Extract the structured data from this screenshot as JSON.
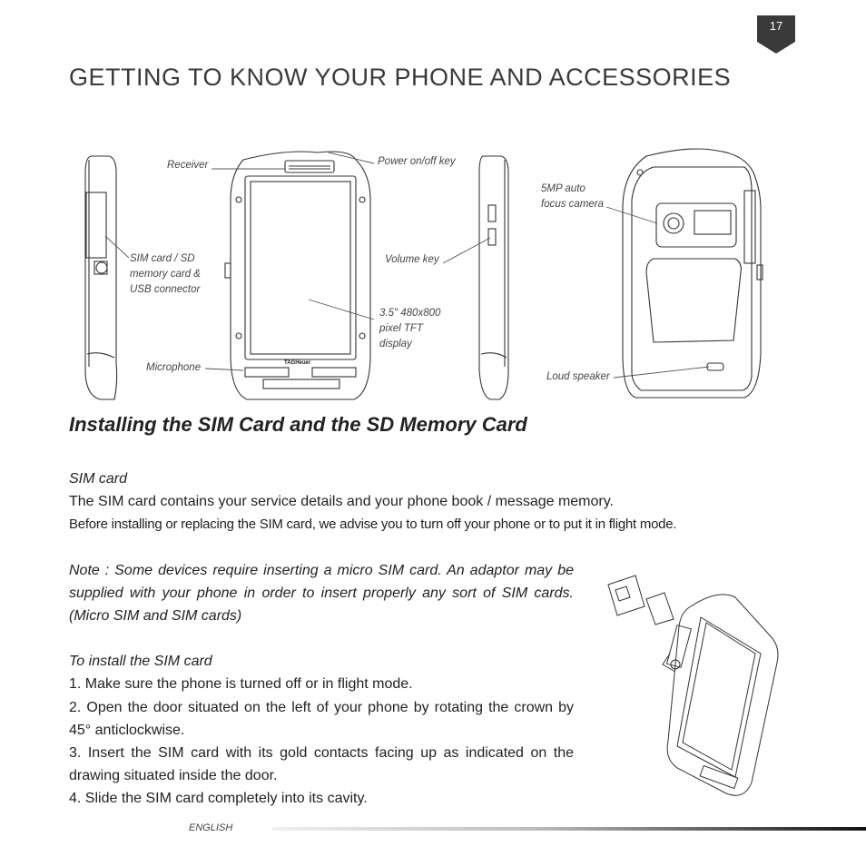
{
  "page": {
    "number": "17",
    "language": "ENGLISH"
  },
  "header": {
    "title": "GETTING TO KNOW YOUR PHONE AND ACCESSORIES"
  },
  "diagram": {
    "labels": {
      "receiver": "Receiver",
      "power_key": "Power on/off key",
      "camera_1": "5MP auto",
      "camera_2": "focus camera",
      "sim_1": "SIM card / SD",
      "sim_2": "memory card &",
      "sim_3": "USB connector",
      "volume_key": "Volume key",
      "display_1": "3.5\" 480x800",
      "display_2": "pixel TFT",
      "display_3": "display",
      "microphone": "Microphone",
      "loud_speaker": "Loud speaker",
      "brand": "TAGHeuer"
    }
  },
  "section": {
    "title": "Installing the SIM Card and the SD Memory Card",
    "subtitle": "SIM card",
    "paragraph1": "The SIM card contains your service details and your phone book / message memory.",
    "paragraph2": "Before installing or replacing the SIM card, we advise you to turn off your phone or to put it in flight mode.",
    "note": "Note : Some devices require inserting a micro SIM card. An adaptor may be supplied with your phone in order to insert properly any sort of SIM cards. (Micro SIM and SIM cards)",
    "install_title": "To install the SIM card",
    "steps": [
      "1. Make sure the phone is turned off or in flight mode.",
      "2. Open the door situated on the left of your phone by rotating the crown by 45° anticlockwise.",
      "3. Insert the SIM card with its gold contacts facing up as indicated on the drawing situated inside the door.",
      "4. Slide the SIM card completely into its cavity."
    ]
  }
}
